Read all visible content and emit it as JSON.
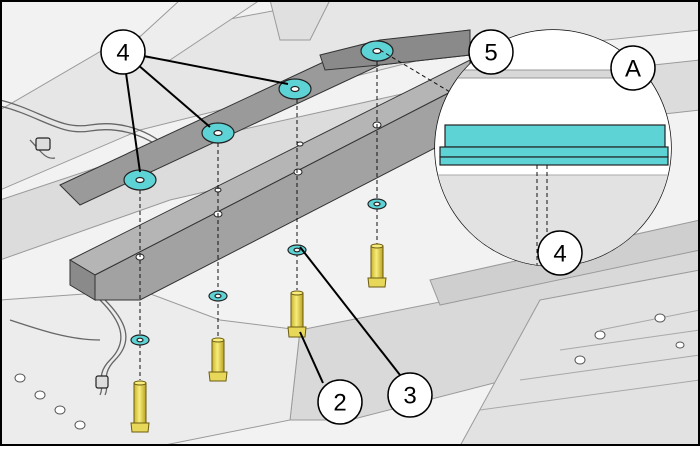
{
  "callouts": {
    "c4a": "4",
    "c5": "5",
    "cA": "A",
    "c4b": "4",
    "c2": "2",
    "c3": "3"
  },
  "colors": {
    "washer": "#5ed3d6",
    "bolt": "#f3e66a",
    "plate": "#8f8f8f",
    "frame": "#e4e4e4",
    "outline": "#000000"
  },
  "icons": {
    "washer": "washer-icon",
    "bolt": "bolt-icon"
  }
}
